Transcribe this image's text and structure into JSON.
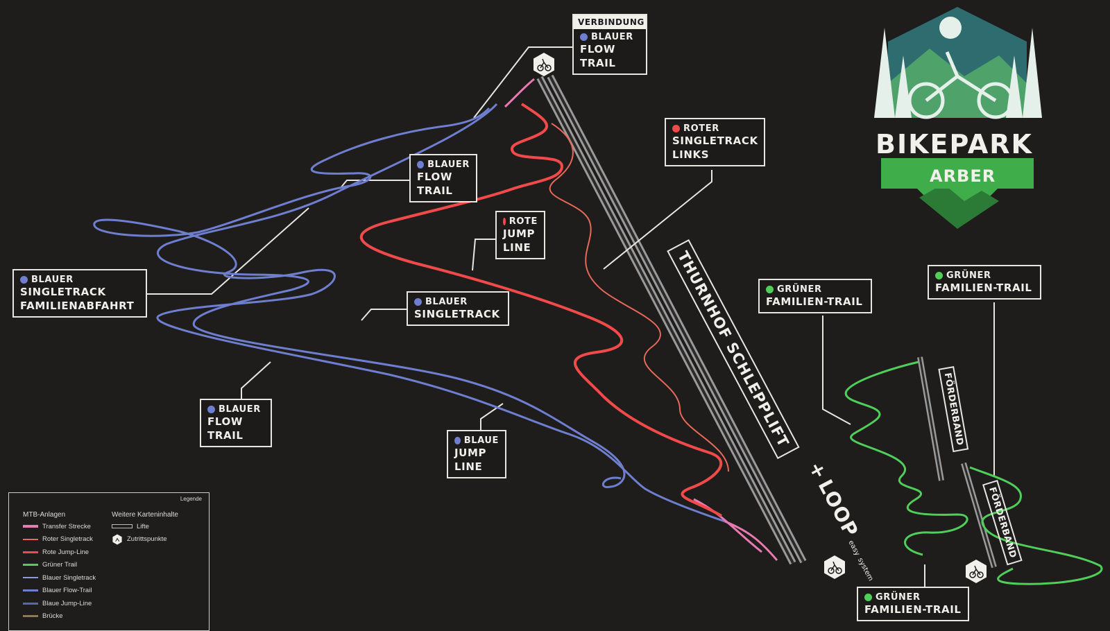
{
  "brand": {
    "title": "BIKEPARK",
    "subtitle": "ARBER"
  },
  "labels": {
    "verbindung": {
      "head": "VERBINDUNG",
      "kind": "BLAUER",
      "name1": "FLOW",
      "name2": "TRAIL"
    },
    "blauer_flow_top": {
      "kind": "BLAUER",
      "name1": "FLOW",
      "name2": "TRAIL"
    },
    "roter_singletrack": {
      "kind": "ROTER",
      "name1": "SINGLETRACK",
      "name2": "LINKS"
    },
    "rote_jump": {
      "kind": "ROTE",
      "name1": "JUMP",
      "name2": "LINE"
    },
    "blauer_familien": {
      "kind": "BLAUER",
      "name1": "SINGLETRACK",
      "name2": "FAMILIENABFAHRT"
    },
    "blauer_singletrack": {
      "kind": "BLAUER",
      "name1": "SINGLETRACK"
    },
    "blauer_flow_bottom": {
      "kind": "BLAUER",
      "name1": "FLOW",
      "name2": "TRAIL"
    },
    "blaue_jump": {
      "kind": "BLAUE",
      "name1": "JUMP",
      "name2": "LINE"
    },
    "gruener_1": {
      "kind": "GRÜNER",
      "name1": "FAMILIEN-TRAIL"
    },
    "gruener_2": {
      "kind": "GRÜNER",
      "name1": "FAMILIEN-TRAIL"
    },
    "gruener_3": {
      "kind": "GRÜNER",
      "name1": "FAMILIEN-TRAIL"
    }
  },
  "lift": {
    "name": "THURNHOF SCHLEPPLIFT",
    "loop_plus": "+",
    "loop_word": "LOOP",
    "loop_easy": "easy",
    "loop_system": "system"
  },
  "foerderband": {
    "a": "FÖRDERBAND",
    "b": "FÖRDERBAND"
  },
  "legend": {
    "title": "Legende",
    "mtb_head": "MTB-Anlagen",
    "other_head": "Weitere Karteninhalte",
    "items": [
      "Transfer Strecke",
      "Roter Singletrack",
      "Rote Jump-Line",
      "Grüner Trail",
      "Blauer Singletrack",
      "Blauer Flow-Trail",
      "Blaue Jump-Line",
      "Brücke"
    ],
    "other_items": [
      "Lifte",
      "Zutrittspunkte"
    ]
  },
  "colors": {
    "blue": "#6f7fd0",
    "red": "#f04a4a",
    "green": "#4fcf5a",
    "pink": "#e77ab0",
    "lift": "#8a8a8a",
    "background": "#1f1d1c"
  },
  "icons": {
    "access_point": "bike-hexagon-icon"
  }
}
